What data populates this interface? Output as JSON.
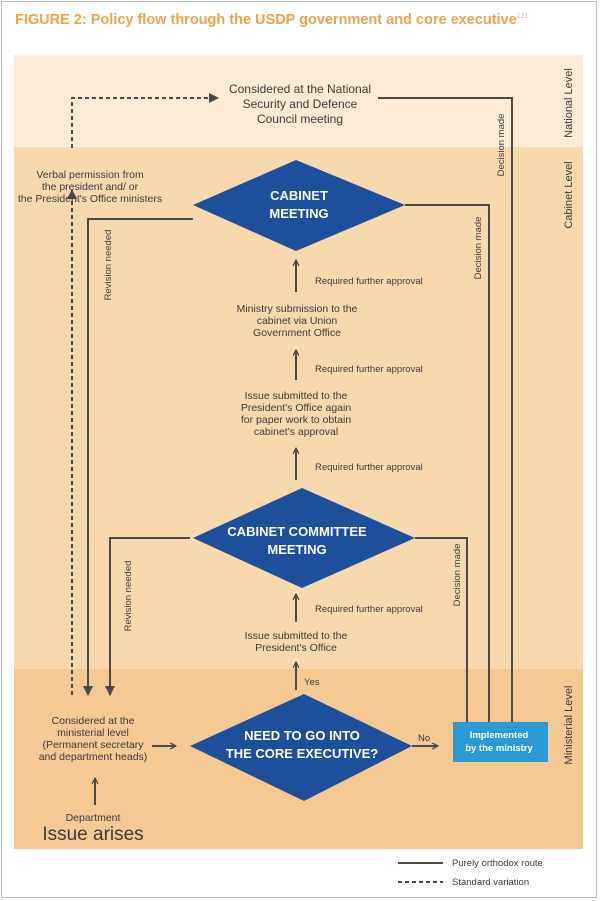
{
  "figure": {
    "title": "FIGURE 2: Policy flow through the USDP government and core executive",
    "footnote": "121"
  },
  "levels": {
    "national": "National Level",
    "cabinet": "Cabinet Level",
    "ministerial": "Ministerial Level"
  },
  "nodes": {
    "nsdc": [
      "Considered at the National",
      "Security and Defence",
      "Council meeting"
    ],
    "verbal": [
      "Verbal permission from",
      "the president and/ or",
      "the President's Office ministers"
    ],
    "cabinet": [
      "CABINET",
      "MEETING"
    ],
    "ministry_submission": [
      "Ministry submission to the",
      "cabinet via Union",
      "Government Office"
    ],
    "issue_again": [
      "Issue submitted to the",
      "President's Office again",
      "for paper work to obtain",
      "cabinet's approval"
    ],
    "committee": [
      "CABINET COMMITTEE",
      "MEETING"
    ],
    "issue_po": [
      "Issue submitted to the",
      "President's Office"
    ],
    "ministerial": [
      "Considered at the",
      "ministerial level",
      "(Permanent secretary",
      "and department heads)"
    ],
    "core": [
      "NEED TO GO INTO",
      "THE CORE EXECUTIVE?"
    ],
    "implemented": [
      "Implemented",
      "by the ministry"
    ],
    "department": "Department",
    "issue_arises": "Issue arises"
  },
  "labels": {
    "further_approval": "Required further approval",
    "decision_made": "Decision made",
    "revision_needed": "Revision needed",
    "yes": "Yes",
    "no": "No"
  },
  "legend": {
    "solid": "Purely orthodox route",
    "dashed": "Standard variation"
  },
  "colors": {
    "national_band": "#fcebd6",
    "cabinet_band": "#f8d8ad",
    "ministerial_band": "#f5c894",
    "diamond": "#1d4f9a",
    "implemented_box": "#2b9ad4",
    "line": "#4a4a4a",
    "title": "#f0a24a"
  }
}
